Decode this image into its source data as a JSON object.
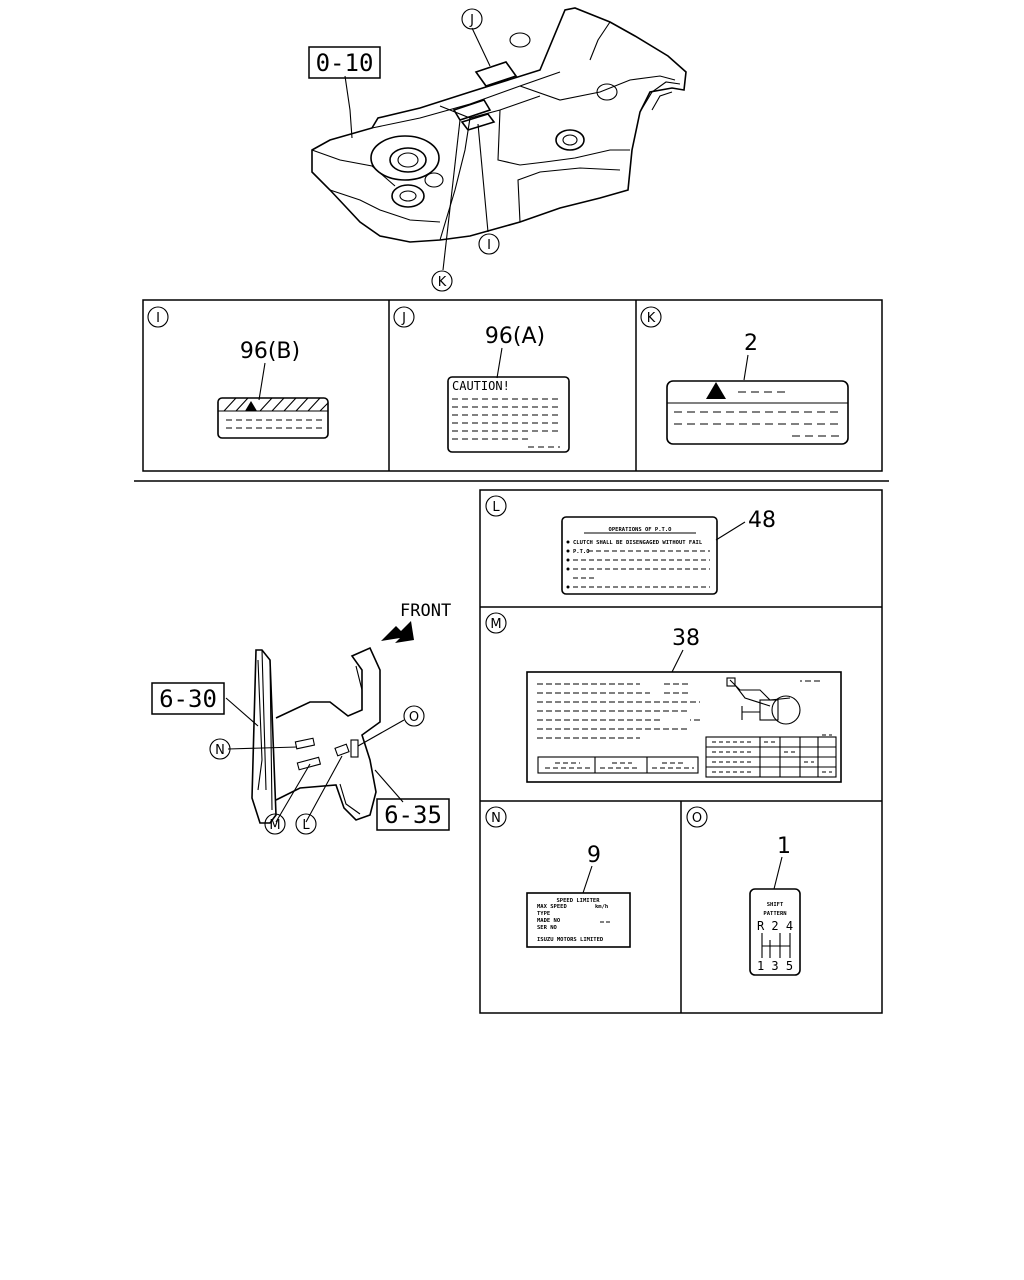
{
  "top_assembly": {
    "ref_box": "0-10",
    "callouts": [
      "J",
      "I",
      "K"
    ]
  },
  "detail_panels_top": [
    {
      "id": "I",
      "part_number": "96(B)"
    },
    {
      "id": "J",
      "part_number": "96(A)",
      "label_heading": "CAUTION!"
    },
    {
      "id": "K",
      "part_number": "2"
    }
  ],
  "side_assembly": {
    "direction_label": "FRONT",
    "ref_boxes": [
      "6-30",
      "6-35"
    ],
    "callouts": [
      "N",
      "O",
      "M",
      "L"
    ]
  },
  "detail_panels_bottom": [
    {
      "id": "L",
      "part_number": "48",
      "label_heading": "OPERATIONS OF P.T.O",
      "label_line1": "CLUTCH SHALL BE DISENGAGED WITHOUT FAIL",
      "label_line2": "P.T.O"
    },
    {
      "id": "M",
      "part_number": "38"
    },
    {
      "id": "N",
      "part_number": "9",
      "label_heading": "SPEED LIMITER",
      "label_line1": "MAX SPEED",
      "label_unit": "km/h",
      "label_line2": "TYPE",
      "label_line3": "MADE NO",
      "label_line4": "SER NO",
      "label_footer": "ISUZU MOTORS LIMITED"
    },
    {
      "id": "O",
      "part_number": "1",
      "label_heading1": "SHIFT",
      "label_heading2": "PATTERN",
      "gear_top": "R 2 4",
      "gear_bottom": "1 3 5"
    }
  ]
}
